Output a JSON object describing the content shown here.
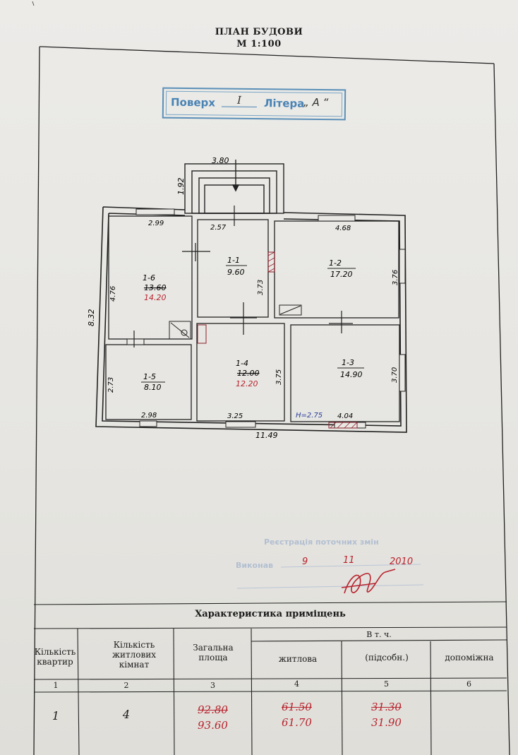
{
  "header": {
    "title": "ПЛАН БУДОВИ",
    "scale": "М  1:100"
  },
  "stamp": {
    "floor_label": "Поверх",
    "floor_value": "I",
    "letter_label": "Літера",
    "letter_value": "„ А “"
  },
  "plan": {
    "porch_width": "3.80",
    "porch_depth": "1.92",
    "overall_height": "8.32",
    "overall_width": "11.49",
    "ceiling_height": "Н=2.75",
    "rooms": [
      {
        "id": "1-6",
        "area_old": "13.60",
        "area_new": "14.20",
        "dims": [
          "2.99",
          "4.76"
        ]
      },
      {
        "id": "1-1",
        "area": "9.60",
        "dims": [
          "2.57",
          "3.73"
        ]
      },
      {
        "id": "1-2",
        "area": "17.20",
        "dims": [
          "4.68",
          "3.76"
        ]
      },
      {
        "id": "1-5",
        "area": "8.10",
        "dims": [
          "2.73",
          "2.98"
        ]
      },
      {
        "id": "1-4",
        "area_old": "12.00",
        "area_new": "12.20",
        "dims": [
          "3.25",
          "3.75"
        ]
      },
      {
        "id": "1-3",
        "area": "14.90",
        "dims": [
          "3.70",
          "4.04"
        ]
      }
    ]
  },
  "registration": {
    "line1": "Реєстрація поточних змін",
    "line2_prefix": "Виконав",
    "day": "9",
    "month": "11",
    "year": "2010"
  },
  "table": {
    "title": "Характеристика приміщень",
    "subheader": "В т. ч.",
    "columns": [
      "Кількість квартир",
      "Кількість житлових кімнат",
      "Загальна площа",
      "житлова",
      "(підсобн.)",
      "допоміжна"
    ],
    "numbers": [
      "1",
      "2",
      "3",
      "4",
      "5",
      "6"
    ],
    "row": {
      "apartments": "1",
      "rooms": "4",
      "total_old": "92.80",
      "total_new": "93.60",
      "living_old": "61.50",
      "living_new": "61.70",
      "aux_old": "31.30",
      "aux_new": "31.90",
      "helper": ""
    }
  },
  "colors": {
    "ink": "#1a1a1a",
    "red_ink": "#b8232d",
    "blue_stamp": "#4a83b4",
    "blue_ink": "#2a3f9c"
  }
}
